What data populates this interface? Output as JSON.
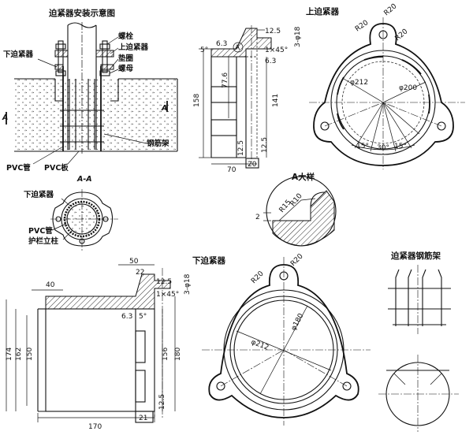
{
  "titles": {
    "install": "迫紧器安装示意图",
    "upper": "上迫紧器",
    "lower": "下迫紧器",
    "detail_a": "A大样",
    "rebar_cage": "迫紧器钢筋架"
  },
  "install_labels": {
    "bolt": "螺栓",
    "upper_clamp": "上迫紧器",
    "washer": "垫圈",
    "nut": "螺母",
    "lower_clamp": "下迫紧器",
    "rebar_frame": "钢筋架",
    "pvc_pipe": "PVC管",
    "pvc_plate": "PVC板",
    "section_a_left": "A",
    "section_a_right": "A",
    "section_aa": "A-A"
  },
  "section_labels": {
    "lower_clamp": "下迫紧器",
    "pvc_pipe": "PVC管",
    "guard_post": "护栏立柱"
  },
  "upper_side_dims": {
    "d_5deg": "5°",
    "d_6_3_top": "6.3",
    "d_12_5_top": "12.5",
    "d_3phi18": "3-φ18",
    "d_chamfer": "1×45°",
    "d_6_3_right": "6.3",
    "d_77_6": "77.6",
    "d_158": "158",
    "d_141": "141",
    "d_12_5_bottom_a": "12.5",
    "d_12_5_bottom_b": "12.5",
    "d_70": "70",
    "d_20": "20",
    "marker_a": "A"
  },
  "upper_plan_dims": {
    "r20_left": "R20",
    "r20_top": "R20",
    "r20_right": "R20",
    "phi212": "φ212",
    "phi200": "φ200",
    "ang_15_left": "15°",
    "ang_30": "30°",
    "ang_15_right": "15°"
  },
  "detail_dims": {
    "r15": "R15",
    "r10": "R10",
    "d2": "2"
  },
  "lower_side_dims": {
    "d_50": "50",
    "d_22": "22",
    "d_12_5": "12.5",
    "d_3phi18": "3-φ18",
    "d_chamfer": "1×45°",
    "d_40": "40",
    "d_6_3": "6.3",
    "d_5deg": "5°",
    "d_174": "174",
    "d_162": "162",
    "d_150": "150",
    "d_156": "156",
    "d_180": "180",
    "d_12_5_bottom": "12.5",
    "d_21": "21",
    "d_170": "170"
  },
  "lower_plan_dims": {
    "r20_top": "R20",
    "r20_left": "R20",
    "phi212": "φ212",
    "phi180": "φ180"
  }
}
